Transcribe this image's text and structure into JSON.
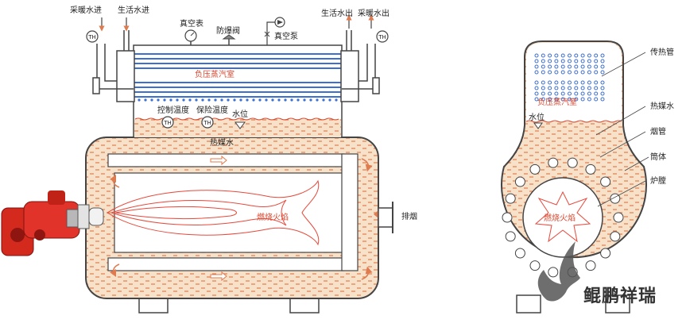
{
  "labels": {
    "heating_water_in": "采暖水进",
    "domestic_water_in": "生活水进",
    "vacuum_gauge": "真空表",
    "explosion_valve": "防爆阀",
    "vacuum_pump": "真空泵",
    "domestic_water_out": "生活水出",
    "heating_water_out": "采暖水出",
    "th": "TH",
    "control_temp": "控制温度",
    "protection_temp": "保险温度",
    "water_level": "水位",
    "heat_medium_water": "热媒水",
    "negative_pressure_steam": "负压蒸汽室",
    "burning_flame": "燃烧火焰",
    "exhaust": "排烟",
    "side_heat_tube": "传热管",
    "side_heat_medium_water": "热媒水",
    "side_smoke_tube": "烟管",
    "side_shell": "筒体",
    "side_furnace": "炉膛",
    "side_negative_pressure_steam": "负压蒸汽室",
    "side_water_level": "水位",
    "side_burning_flame": "燃烧火焰"
  },
  "brand": {
    "name": "鲲鹏祥瑞",
    "icon": "eagle-logo-icon"
  },
  "colors": {
    "outline": "#444444",
    "heat_water_fill": "#f7e1c9",
    "brick": "#e07b4f",
    "flame": "#e8483a",
    "tube_blue": "#3b6fd1",
    "burner_red": "#d42a1e",
    "arrow_orange": "#f0a060"
  }
}
